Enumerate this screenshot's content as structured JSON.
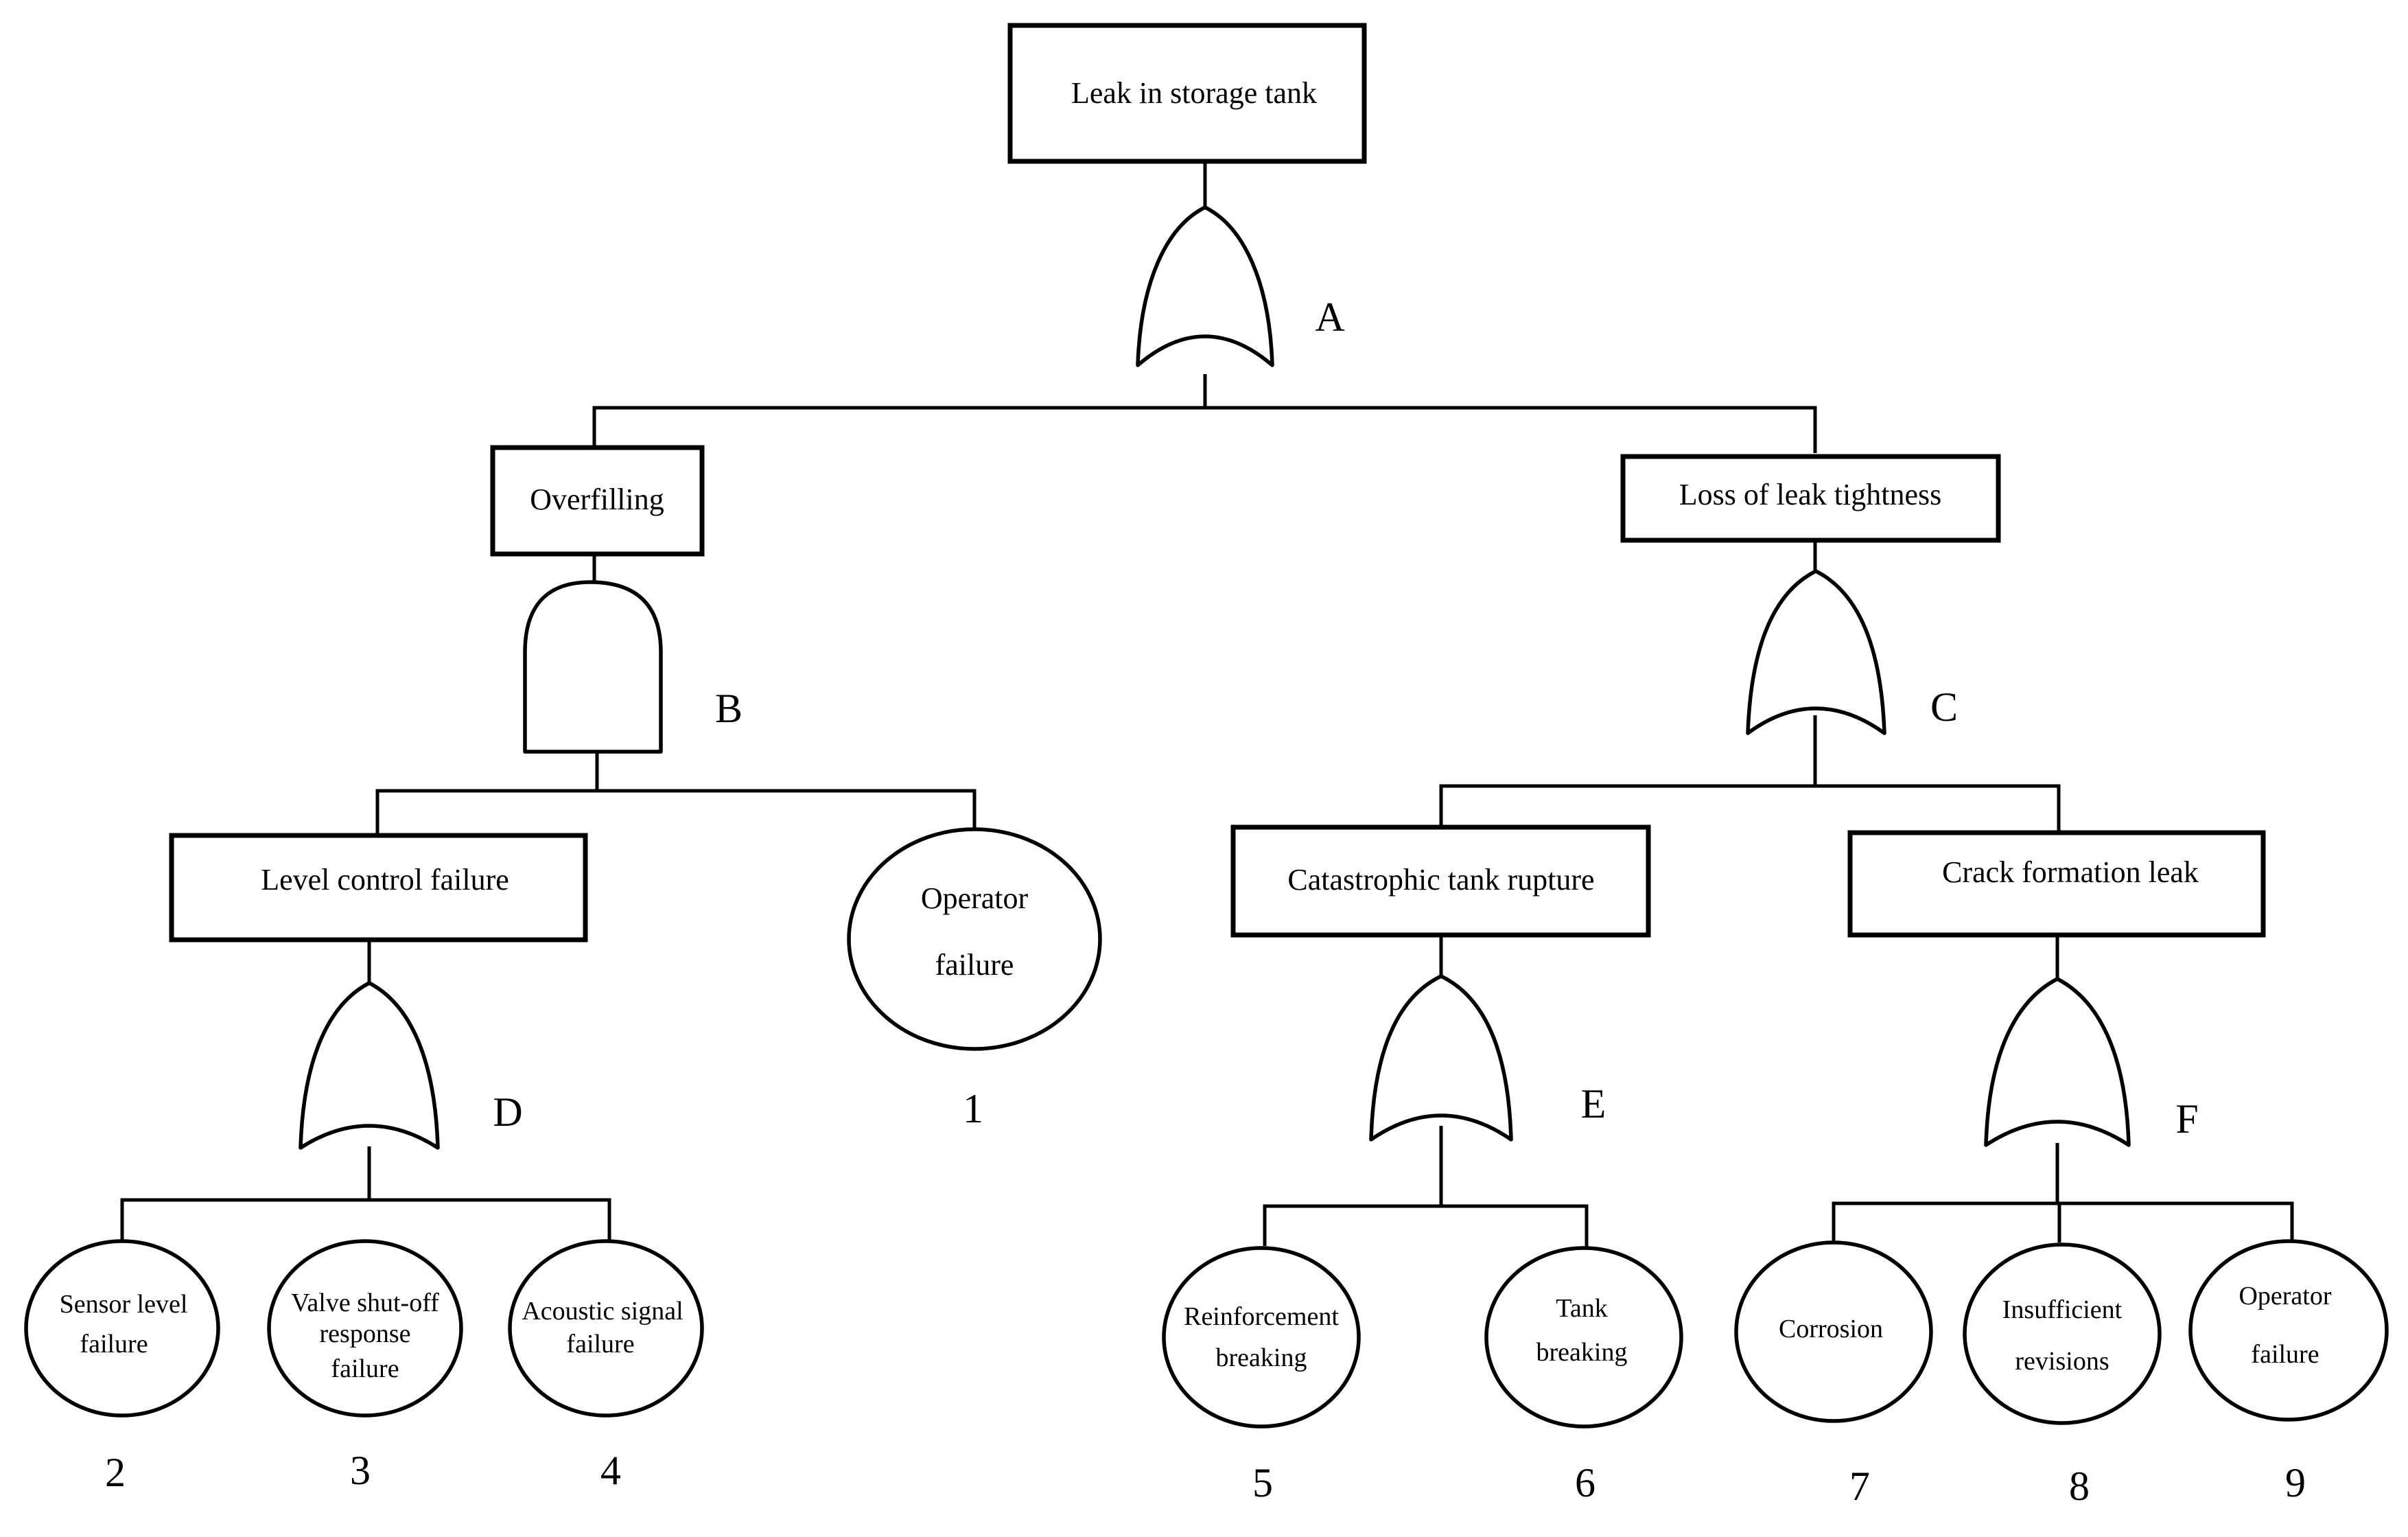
{
  "events": {
    "top": "Leak in storage tank",
    "overfilling": "Overfilling",
    "loss_tightness": "Loss of leak tightness",
    "level_control": "Level control failure",
    "catastrophic": "Catastrophic tank rupture",
    "crack": "Crack formation leak"
  },
  "basic_events": {
    "operator_1": [
      "Operator",
      "failure"
    ],
    "sensor": [
      "Sensor level",
      "failure"
    ],
    "valve": [
      "Valve shut-off",
      "response",
      "failure"
    ],
    "acoustic": [
      "Acoustic signal",
      "failure"
    ],
    "reinforcement": [
      "Reinforcement",
      "breaking"
    ],
    "tank": [
      "Tank",
      "breaking"
    ],
    "corrosion": [
      "Corrosion"
    ],
    "insufficient": [
      "Insufficient",
      "revisions"
    ],
    "operator_9": [
      "Operator",
      "failure"
    ]
  },
  "gates": {
    "A": {
      "label": "A",
      "type": "OR"
    },
    "B": {
      "label": "B",
      "type": "AND"
    },
    "C": {
      "label": "C",
      "type": "OR"
    },
    "D": {
      "label": "D",
      "type": "OR"
    },
    "E": {
      "label": "E",
      "type": "OR"
    },
    "F": {
      "label": "F",
      "type": "OR"
    }
  },
  "numbers": {
    "n1": "1",
    "n2": "2",
    "n3": "3",
    "n4": "4",
    "n5": "5",
    "n6": "6",
    "n7": "7",
    "n8": "8",
    "n9": "9"
  }
}
